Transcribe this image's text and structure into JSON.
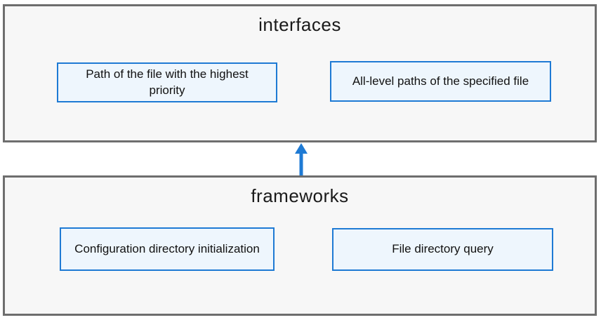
{
  "diagram": {
    "layers": [
      {
        "id": "interfaces",
        "title": "interfaces",
        "items": [
          {
            "label": "Path of the file with the highest priority"
          },
          {
            "label": "All-level paths of the specified file"
          }
        ]
      },
      {
        "id": "frameworks",
        "title": "frameworks",
        "items": [
          {
            "label": "Configuration directory initialization"
          },
          {
            "label": "File directory query"
          }
        ]
      }
    ],
    "arrow": {
      "from": "frameworks",
      "to": "interfaces",
      "direction": "up",
      "color": "#1e7ad4"
    },
    "colors": {
      "container_border": "#6e6e6e",
      "container_fill": "#f7f7f7",
      "node_border": "#1e7ad4",
      "node_fill": "#eef6fd",
      "text": "#1a1a1a"
    }
  }
}
